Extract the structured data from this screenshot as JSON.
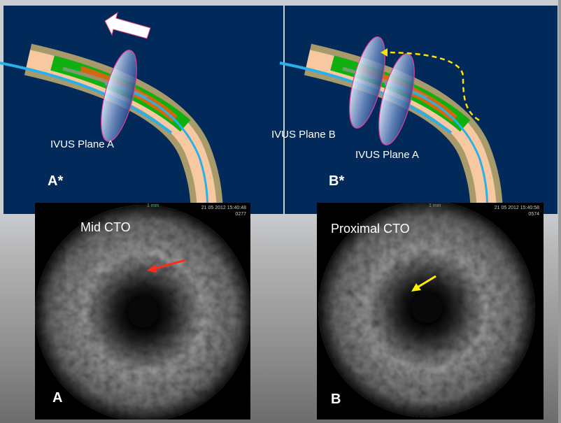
{
  "panels": {
    "a_star": {
      "label": "A*",
      "plane_label": "IVUS Plane A"
    },
    "b_star": {
      "label": "B*",
      "plane_b_label": "IVUS Plane B",
      "plane_a_label": "IVUS Plane A"
    }
  },
  "ivus": {
    "a": {
      "caption": "Mid CTO",
      "letter": "A",
      "scale": "1 mm",
      "timestamp": "21 05 2012 15:40:48",
      "frame": "0277",
      "arrow_color": "#ff2a1a"
    },
    "b": {
      "caption": "Proximal CTO",
      "letter": "B",
      "scale": "1 mm",
      "timestamp": "21 05 2012 15:40:58",
      "frame": "0574",
      "arrow_color": "#ffee00"
    }
  },
  "colors": {
    "panel_bg": "#012a5a",
    "vessel_wall": "#a89a6a",
    "lumen": "#f8c8a0",
    "plaque": "#10b010",
    "core": "#d06a10",
    "wire": "#2ab0e8"
  }
}
